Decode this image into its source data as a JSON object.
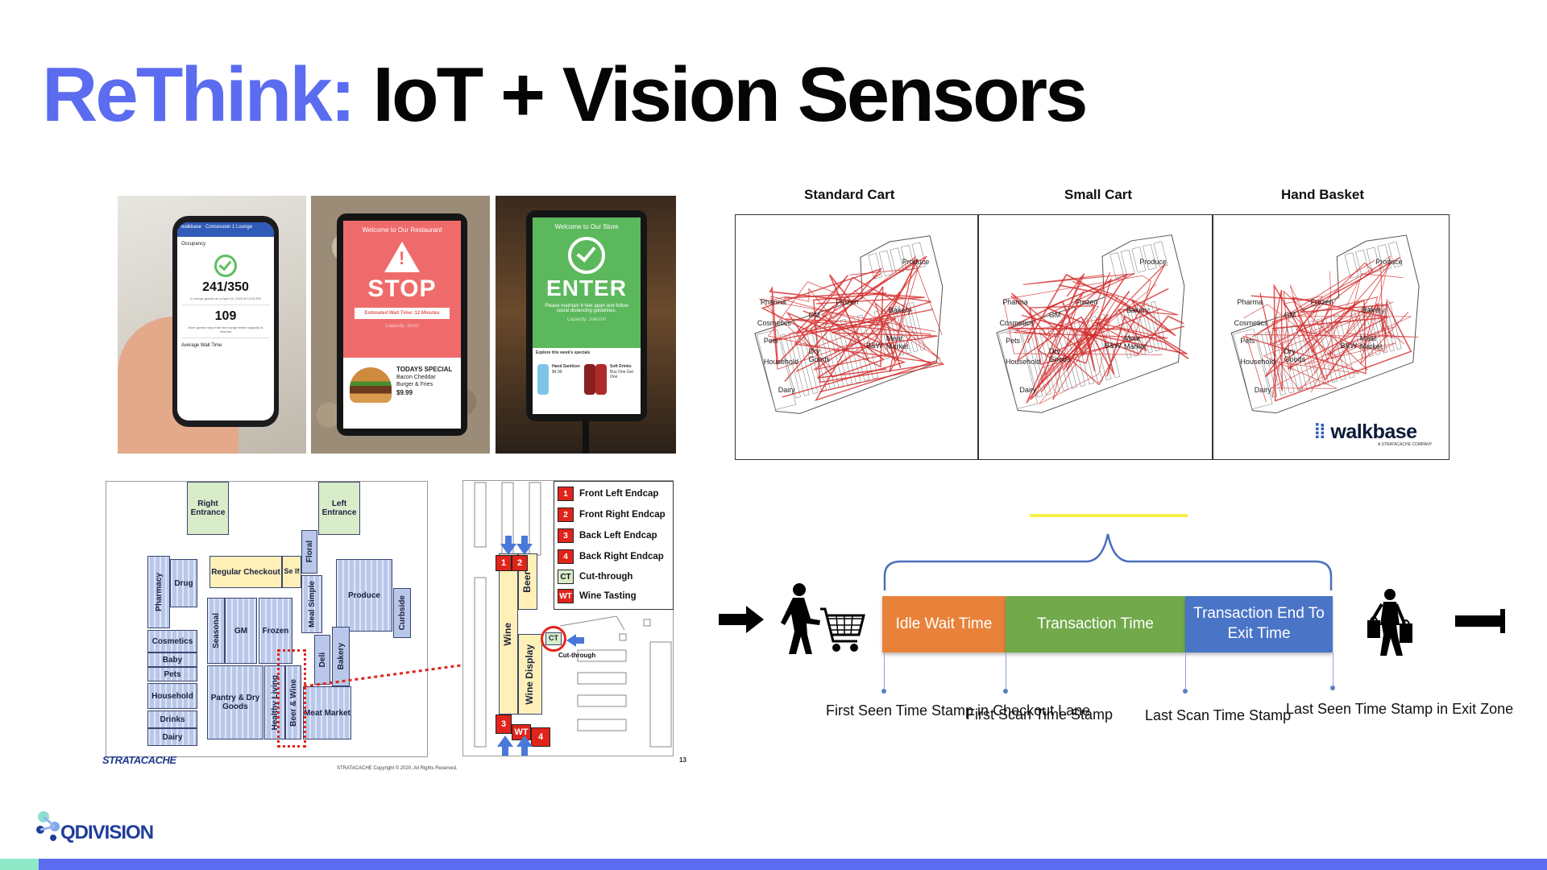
{
  "title": {
    "accent": "ReThink:",
    "rest": "IoT + Vision Sensors"
  },
  "phone_app": {
    "app_name": "walkbase",
    "header_right": "Concession 1 Lounge",
    "occupancy_label": "Occupancy",
    "occupancy": "241/350",
    "occupancy_note": "In lounge guests as of April 24, 2020 at 12:43 PM",
    "waiting": "109",
    "waiting_note": "More guests may enter the lounge before capacity is reached",
    "avg_wait_label": "Average Wait Time"
  },
  "stop_sign": {
    "header": "Welcome to Our Restaurant",
    "word": "STOP",
    "wait_box": "Estimated Wait Time: 12 Minutes",
    "capacity": "Capacity: 35/50",
    "promo_title": "TODAYS SPECIAL",
    "promo_line1": "Bacon Cheddar",
    "promo_line2": "Burger & Fries",
    "promo_price": "$9.99"
  },
  "enter_sign": {
    "header": "Welcome to Our Store",
    "word": "ENTER",
    "desc": "Please maintain 6 feet apart and follow social distancing guidelines.",
    "capacity": "Capacity: 104/200",
    "specials": "Explore this week's specials",
    "item1": "Hand Sanitizer",
    "item1_price": "$4.99",
    "item2": "Soft Drinks",
    "item2_note": "Buy One Get One"
  },
  "heatmaps": {
    "titles": [
      "Standard Cart",
      "Small Cart",
      "Hand Basket"
    ],
    "zones": [
      "Produce",
      "Pharma",
      "Frozen",
      "GM",
      "Bakery",
      "Cosmetics",
      "Pets",
      "Dry Goods",
      "B&W",
      "Meat Market",
      "Household",
      "Dairy"
    ],
    "path_color": "#d42a2a",
    "brand": "walkbase",
    "brand_sub": "A STRATACACHE COMPANY"
  },
  "floorplan": {
    "right_entrance": "Right Entrance",
    "left_entrance": "Left Entrance",
    "regular_checkout": "Regular Checkout",
    "self": "Se lf",
    "floral": "Floral",
    "pharmacy": "Pharmacy",
    "drug": "Drug",
    "produce": "Produce",
    "curbside": "Curbside",
    "meal_simple": "Meal Simple",
    "cosmetics": "Cosmetics",
    "seasonal": "Seasonal",
    "gm": "GM",
    "frozen": "Frozen",
    "baby": "Baby",
    "deli": "Deli",
    "pets": "Pets",
    "bakery": "Bakery",
    "household": "Household",
    "pantry": "Pantry & Dry Goods",
    "healthy_living": "Healthy Living",
    "beer_wine": "Beer & Wine",
    "drinks": "Drinks",
    "meat_market": "Meat Market",
    "dairy": "Dairy",
    "brand": "STRATACACHE",
    "copyright": "STRATACACHE Copyright © 2020, All Rights Reserved.",
    "page": "13"
  },
  "detail": {
    "legend": [
      {
        "code": "1",
        "label": "Front Left Endcap"
      },
      {
        "code": "2",
        "label": "Front Right Endcap"
      },
      {
        "code": "3",
        "label": "Back Left Endcap"
      },
      {
        "code": "4",
        "label": "Back Right Endcap"
      },
      {
        "code": "CT",
        "label": "Cut-through"
      },
      {
        "code": "WT",
        "label": "Wine Tasting"
      }
    ],
    "wine": "Wine",
    "beer": "Beer",
    "wine_display": "Wine Display",
    "ct": "CT",
    "cut_through": "Cut-through",
    "wt": "WT",
    "endcap1": "1",
    "endcap2": "2",
    "endcap3": "3",
    "endcap4": "4"
  },
  "timeline": {
    "segments": [
      {
        "label": "Idle Wait Time",
        "color": "#e8823a"
      },
      {
        "label": "Transaction Time",
        "color": "#72a94b"
      },
      {
        "label": "Transaction End To Exit Time",
        "color": "#4a74c6"
      }
    ],
    "markers": [
      "First Seen Time Stamp in Checkout Lane",
      "First Scan Time Stamp",
      "Last Scan Time Stamp",
      "Last Seen Time Stamp in Exit Zone"
    ]
  },
  "footer": {
    "logo_text": "QDIVISION"
  },
  "colors": {
    "accent": "#5b6cf0",
    "brand_blue": "#1f3d9a"
  }
}
